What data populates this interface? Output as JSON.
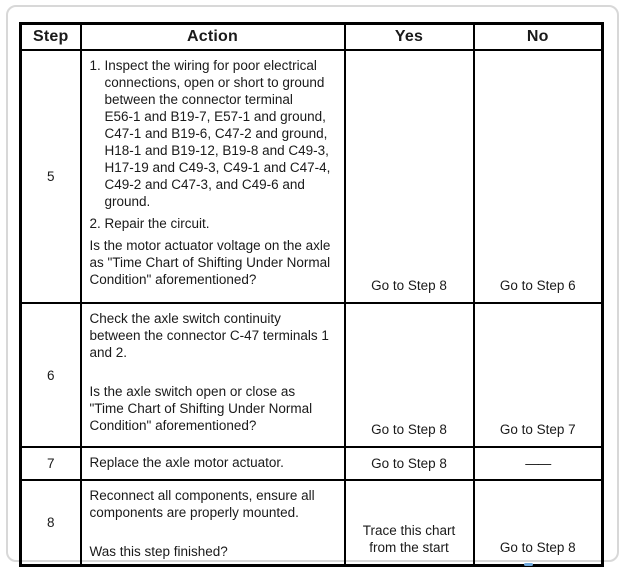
{
  "header": {
    "labels": [
      "Step",
      "Action",
      "Yes",
      "No"
    ]
  },
  "rows": [
    {
      "step": "5",
      "action": [
        {
          "type": "numbered",
          "marker": "1.",
          "lines": [
            "Inspect the wiring for poor electrical",
            "connections, open or short to ground",
            "between the connector terminal",
            "E56-1 and B19-7, E57-1 and ground,",
            "C47-1 and B19-6, C47-2 and ground,",
            "H18-1 and B19-12, B19-8 and C49-3,",
            "H17-19 and C49-3, C49-1 and C47-4,",
            "C49-2 and C47-3, and C49-6 and",
            "ground."
          ]
        },
        {
          "type": "numbered",
          "marker": "2.",
          "lines": [
            "Repair the circuit."
          ]
        },
        {
          "type": "plain",
          "lines": [
            "Is the motor actuator voltage on the axle",
            "as \"Time Chart of Shifting Under Normal",
            "Condition\" aforementioned?"
          ]
        }
      ],
      "yes": [
        "Go to Step 8"
      ],
      "no": [
        "Go to Step 6"
      ]
    },
    {
      "step": "6",
      "action": [
        {
          "type": "plain",
          "lines": [
            "Check the axle switch continuity",
            "between the connector C-47 terminals 1",
            "and 2."
          ]
        },
        {
          "type": "spacer"
        },
        {
          "type": "plain",
          "lines": [
            "Is the axle switch open or close as",
            "\"Time Chart of Shifting Under Normal",
            "Condition\" aforementioned?"
          ]
        }
      ],
      "yes": [
        "Go to Step 8"
      ],
      "no": [
        "Go to Step 7"
      ]
    },
    {
      "step": "7",
      "action": [
        {
          "type": "plain",
          "lines": [
            "Replace the axle motor actuator."
          ]
        }
      ],
      "yes": [
        "Go to Step 8"
      ],
      "no": [
        "——"
      ]
    },
    {
      "step": "8",
      "action": [
        {
          "type": "plain",
          "lines": [
            "Reconnect all components, ensure all",
            "components are properly mounted."
          ]
        },
        {
          "type": "spacer"
        },
        {
          "type": "plain",
          "lines": [
            "Was this step finished?"
          ]
        }
      ],
      "yes": [
        "Trace this chart",
        "from the start"
      ],
      "no": [
        "Go to Step 8"
      ]
    }
  ],
  "colors": {
    "table_border": "#000000",
    "frame_border": "#d8d8d8",
    "text": "#1a1a1a",
    "artifact_blue": "#6fa8dc"
  }
}
